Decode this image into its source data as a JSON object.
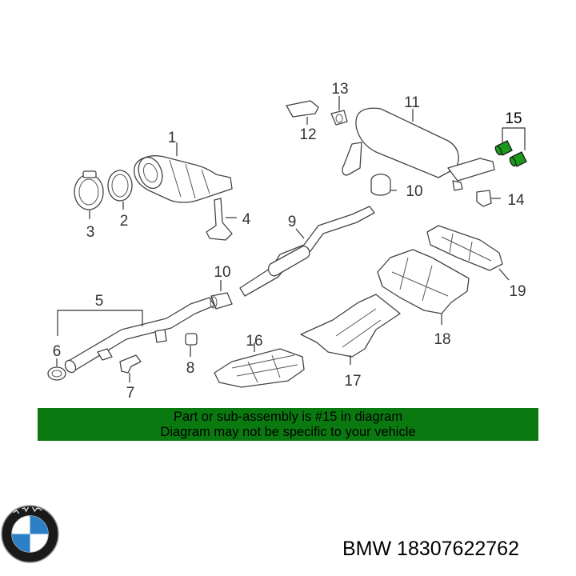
{
  "colors": {
    "banner_bg": "#0a7a10",
    "highlight_part": "#1a9a1a",
    "bmw_blue": "#2b7fc4",
    "line": "#333333"
  },
  "callouts": {
    "c1": "1",
    "c2": "2",
    "c3": "3",
    "c4": "4",
    "c5": "5",
    "c6": "6",
    "c7": "7",
    "c8": "8",
    "c9": "9",
    "c10a": "10",
    "c10b": "10",
    "c11": "11",
    "c12": "12",
    "c13": "13",
    "c14": "14",
    "c15": "15",
    "c16": "16",
    "c17": "17",
    "c18": "18",
    "c19": "19"
  },
  "banner": {
    "line1": "Part or sub-assembly is #15 in diagram",
    "line2": "Diagram may not be specific to your vehicle"
  },
  "caption": "BMW 18307622762",
  "logo_icon": "bmw-roundel-icon"
}
